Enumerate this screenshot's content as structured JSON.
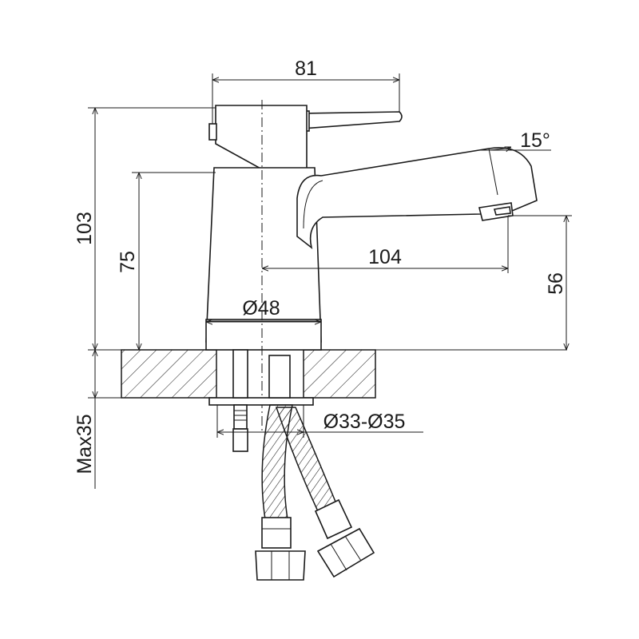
{
  "dimensions": {
    "top_width": "81",
    "total_height": "103",
    "body_height": "75",
    "spout_reach": "104",
    "spout_height": "56",
    "base_diameter": "Ø48",
    "hole_diameter": "Ø33-Ø35",
    "max_thickness": "Max35",
    "spout_angle": "15°"
  },
  "colors": {
    "line": "#1a1a1a",
    "background": "#ffffff"
  }
}
